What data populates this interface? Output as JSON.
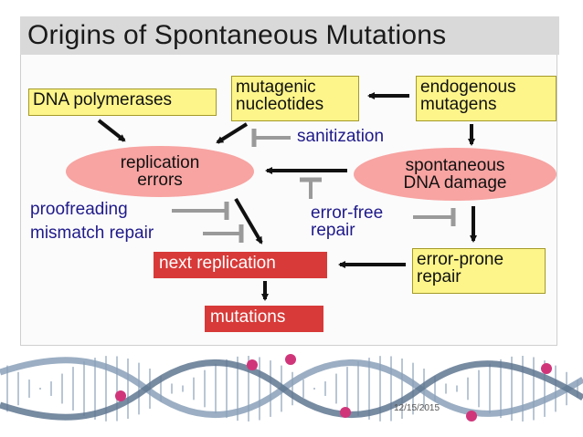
{
  "title": "Origins of Spontaneous Mutations",
  "nodes": {
    "dna_polymerases": "DNA polymerases",
    "mutagenic_nucleotides": [
      "mutagenic",
      "nucleotides"
    ],
    "endogenous_mutagens": [
      "endogenous",
      "mutagens"
    ],
    "replication_errors": [
      "replication",
      "errors"
    ],
    "spontaneous_dna_damage": [
      "spontaneous",
      "DNA damage"
    ],
    "error_prone_repair": [
      "error-prone",
      "repair"
    ],
    "next_replication": "next replication",
    "mutations": "mutations"
  },
  "inhibitors": {
    "sanitization": "sanitization",
    "proofreading": "proofreading",
    "mismatch_repair": "mismatch repair",
    "error_free_repair": [
      "error-free",
      "repair"
    ]
  },
  "colors": {
    "yellow_box": "#fdf58a",
    "pink_ellipse": "#f7a4a2",
    "red_box": "#d73a38",
    "blue_text": "#1f1a8a",
    "arrow": "#111111",
    "inhibitor_bar": "#9a9a9a"
  },
  "footer": {
    "date": "12/15/2015"
  }
}
